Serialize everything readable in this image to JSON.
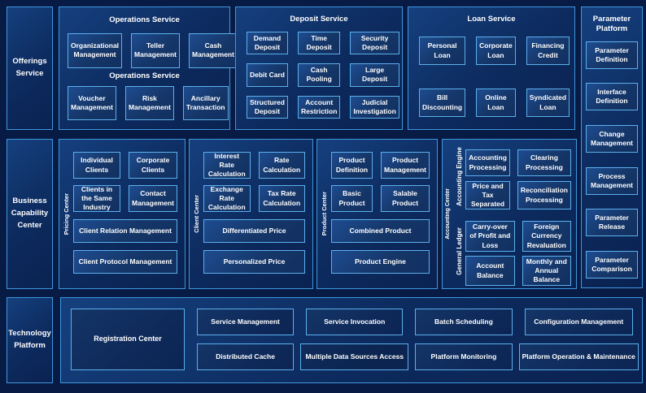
{
  "colors": {
    "background": "#081b44",
    "panel_fill": "#0d2b5f",
    "panel_border": "#3e97de",
    "box_fill": "#153668",
    "box_border": "#5cb0ec",
    "text": "#ffffff"
  },
  "left_rail": {
    "offerings_label": "Offerings Service",
    "business_label": "Business Capability Center",
    "technology_label": "Technology Platform"
  },
  "operations_service": {
    "title": "Operations Service",
    "subtitle": "Operations Service",
    "boxes": [
      "Organizational Management",
      "Teller Management",
      "Cash Management",
      "Voucher Management",
      "Risk Management",
      "Ancillary Transaction"
    ]
  },
  "deposit_service": {
    "title": "Deposit Service",
    "boxes": [
      "Demand Deposit",
      "Time Deposit",
      "Security Deposit",
      "Debit Card",
      "Cash Pooling",
      "Large Deposit",
      "Structured Deposit",
      "Account Restriction",
      "Judicial Investigation"
    ]
  },
  "loan_service": {
    "title": "Loan Service",
    "boxes": [
      "Personal Loan",
      "Corporate Loan",
      "Financing Credit",
      "Bill Discounting",
      "Online Loan",
      "Syndicated Loan"
    ]
  },
  "parameter_platform": {
    "title": "Parameter Platform",
    "boxes": [
      "Parameter Definition",
      "Interface Definition",
      "Change Management",
      "Process Management",
      "Parameter Release",
      "Parameter Comparison"
    ]
  },
  "pricing_center": {
    "label": "Pricing Center",
    "small_boxes": [
      "Individual Clients",
      "Corporate Clients",
      "Clients in the Same Industry",
      "Contact Management"
    ],
    "wide_boxes": [
      "Client Relation Management",
      "Client Protocol Management"
    ]
  },
  "client_center": {
    "label": "Client Center",
    "small_boxes": [
      "Interest Rate Calculation",
      "Rate Calculation",
      "Exchange Rate Calculation",
      "Tax Rate Calculation"
    ],
    "wide_boxes": [
      "Differentiated Price",
      "Personalized Price"
    ]
  },
  "product_center": {
    "label": "Product Center",
    "small_boxes": [
      "Product Definition",
      "Product Management",
      "Basic Product",
      "Salable Product"
    ],
    "wide_boxes": [
      "Combined Product",
      "Product Engine"
    ]
  },
  "accounting_center": {
    "label": "Accounting Center",
    "engine_label": "Accounting Engine",
    "ledger_label": "General Ledger",
    "engine_boxes": [
      "Accounting Processing",
      "Clearing Processing",
      "Price and Tax Separated",
      "Reconciliation Processing"
    ],
    "ledger_boxes": [
      "Carry-over of Profit and Loss",
      "Foreign Currency Revaluation",
      "Account Balance",
      "Monthly and Annual Balance"
    ]
  },
  "technology_platform": {
    "registration_label": "Registration Center",
    "top_boxes": [
      "Service Management",
      "Service Invocation",
      "Batch Scheduling",
      "Configuration Management"
    ],
    "bottom_boxes": [
      "Distributed Cache",
      "Multiple Data Sources Access",
      "Platform Monitoring",
      "Platform Operation & Maintenance"
    ]
  }
}
